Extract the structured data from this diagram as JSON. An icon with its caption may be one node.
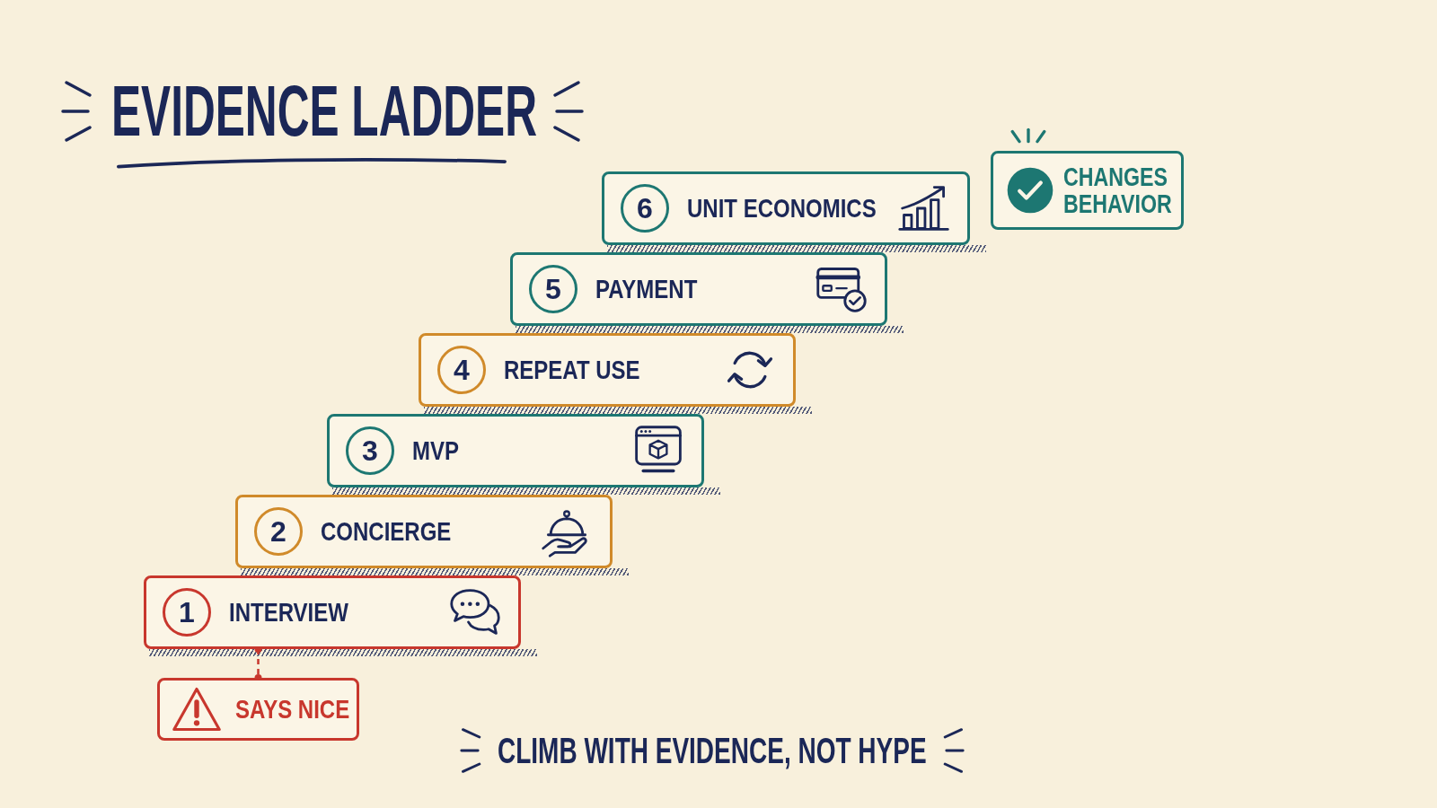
{
  "diagram": {
    "title": "EVIDENCE LADDER",
    "nodes": [
      {
        "text": [
          "INTERVIEW"
        ]
      },
      {
        "text": [
          "1"
        ],
        "in": 0
      },
      {
        "text": [
          "CONCIERGE"
        ]
      },
      {
        "text": [
          "2"
        ],
        "in": 2
      },
      {
        "text": [
          "MVP"
        ]
      },
      {
        "text": [
          "3"
        ],
        "in": 4
      },
      {
        "text": [
          "REPEAT USE"
        ]
      },
      {
        "text": [
          "4"
        ],
        "in": 6
      },
      {
        "text": [
          "PAYMENT"
        ]
      },
      {
        "text": [
          "5"
        ],
        "in": 8
      },
      {
        "text": [
          "UNIT ECONOMICS"
        ]
      },
      {
        "text": [
          "6"
        ],
        "in": 10
      },
      {
        "text": [
          "SAYS NICE"
        ]
      },
      {
        "text": [
          "CHANGES BEHAVIOR"
        ]
      }
    ],
    "edges": [
      {
        "from": 0,
        "to": 12,
        "arrow": "other",
        "style": "dashed",
        "color": "#c8372d"
      }
    ],
    "caption": "CLIMB WITH EVIDENCE, NOT HYPE"
  }
}
